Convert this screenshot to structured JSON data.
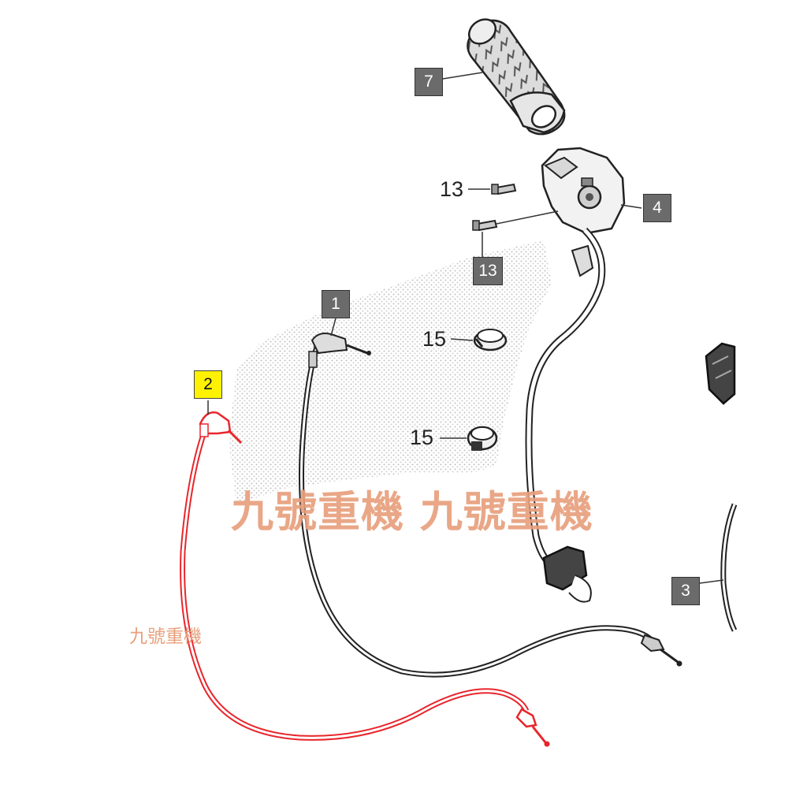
{
  "callouts": {
    "c7": "7",
    "c4": "4",
    "c13_boxed": "13",
    "c1": "1",
    "c2": "2",
    "c3": "3",
    "c13_plain": "13",
    "c15_top": "15",
    "c15_bottom": "15"
  },
  "watermark": {
    "large": "九號重機 九號重機",
    "small": "九號重機"
  },
  "colors": {
    "highlight_cable": "#e8262c",
    "callout_gray": "#6b6b6b",
    "callout_highlight": "#fff200",
    "watermark": "#e8a07d"
  }
}
